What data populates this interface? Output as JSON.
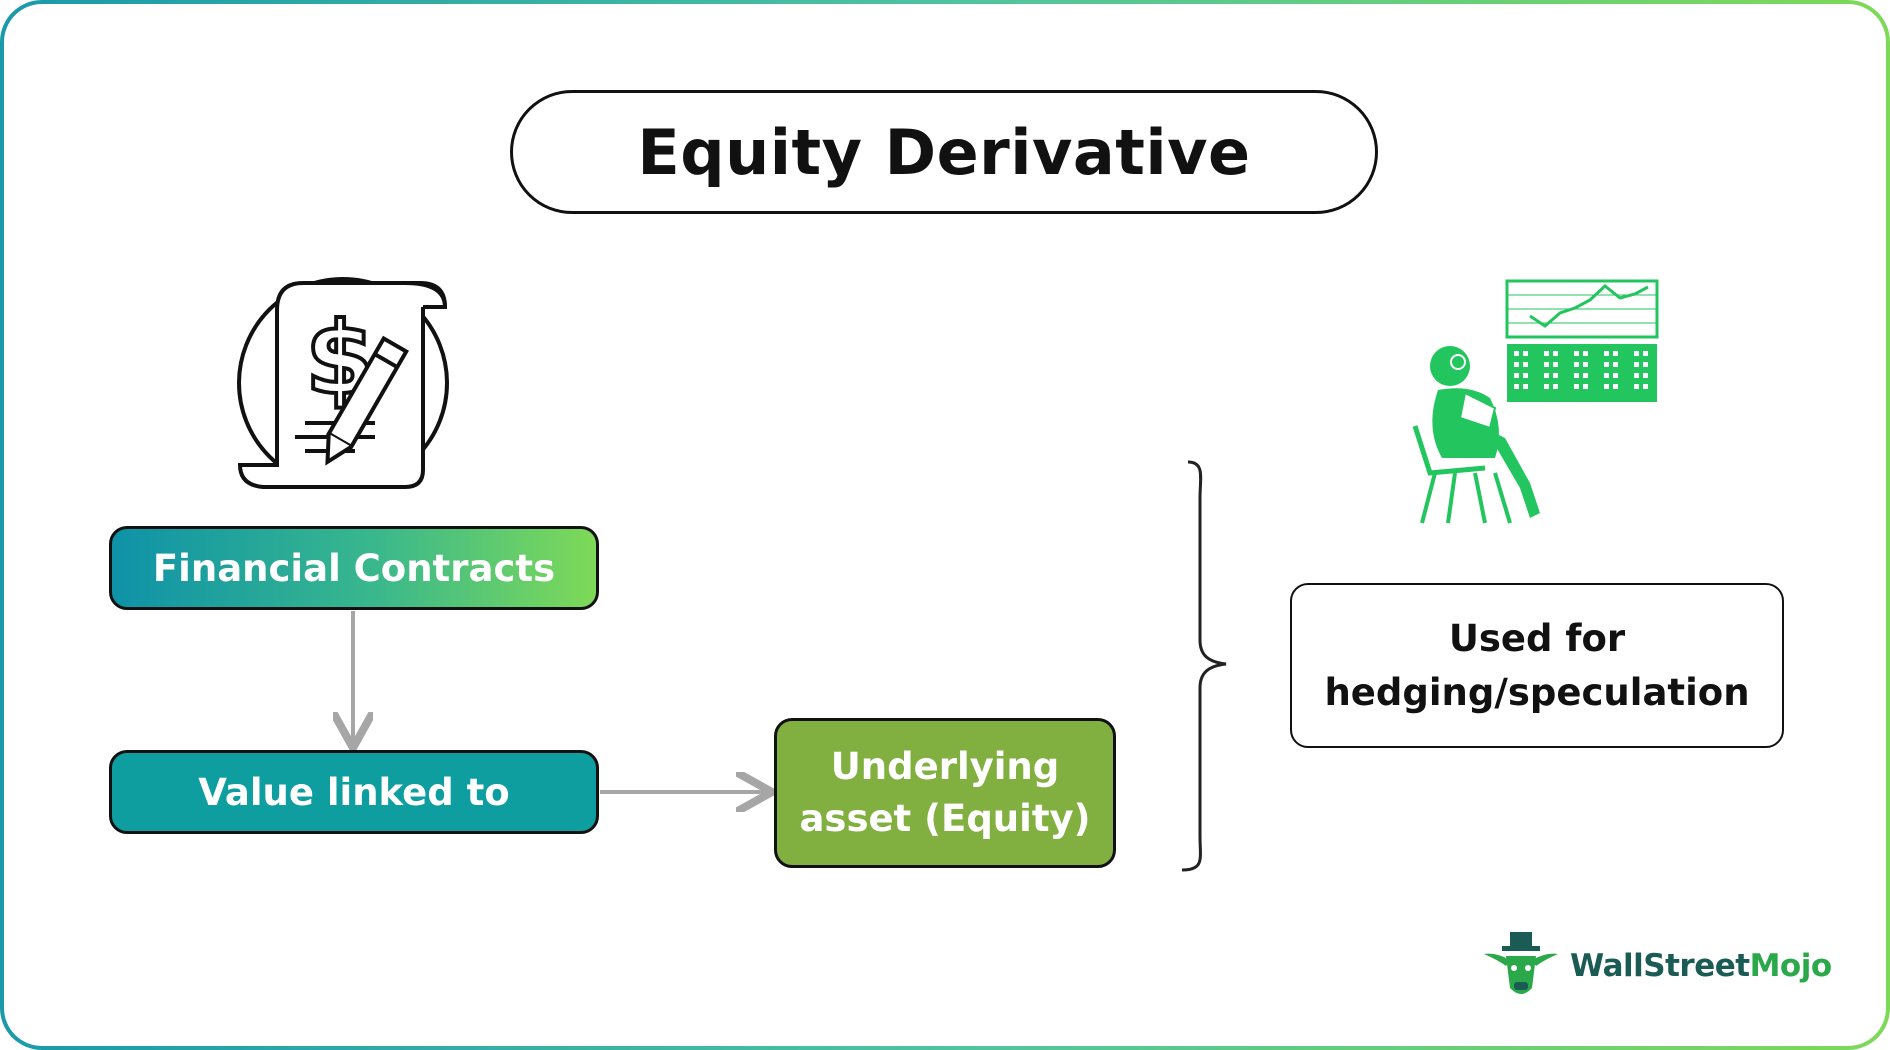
{
  "title": "Equity Derivative",
  "nodes": {
    "financial_contracts": "Financial Contracts",
    "value_linked": "Value linked to",
    "underlying_line1": "Underlying",
    "underlying_line2": "asset (Equity)",
    "used_line1": "Used for",
    "used_line2": "hedging/speculation"
  },
  "logo": {
    "part1": "WallStreet",
    "part2": "Mojo"
  },
  "icons": {
    "contract": "contract-dollar-icon",
    "analyst": "analyst-chart-icon",
    "logo_mark": "bull-hat-logo-icon"
  },
  "colors": {
    "frame_start": "#1a9aa8",
    "frame_end": "#7ed957",
    "value_box": "#0e9ea0",
    "underlying_box": "#82b040",
    "analyst_green": "#22c55e",
    "arrow_gray": "#a6a6a6"
  }
}
